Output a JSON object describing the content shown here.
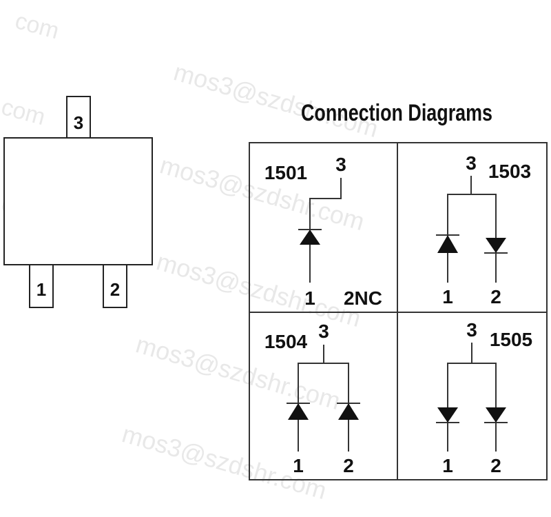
{
  "watermark": "mos3@szdshr.com",
  "watermark_fragment": "com",
  "package": {
    "pin_top": "3",
    "pin_left": "1",
    "pin_right": "2"
  },
  "title": "Connection Diagrams",
  "diagrams": [
    {
      "part": "1501",
      "pin_top": "3",
      "pin_left": "1",
      "pin_right": "2NC"
    },
    {
      "part": "1503",
      "pin_top": "3",
      "pin_left": "1",
      "pin_right": "2"
    },
    {
      "part": "1504",
      "pin_top": "3",
      "pin_left": "1",
      "pin_right": "2"
    },
    {
      "part": "1505",
      "pin_top": "3",
      "pin_left": "1",
      "pin_right": "2"
    }
  ]
}
